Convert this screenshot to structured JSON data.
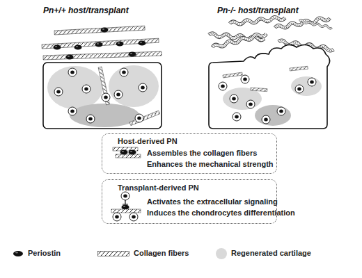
{
  "diagram": {
    "nodes": [
      {
        "text": [
          "Host-derived PN",
          "Assembles the collagen fibers",
          "Enhances the mechanical strength"
        ]
      },
      {
        "text": [
          "Transplant-derived PN",
          "Activates the extracellular signaling",
          "Induces the chondrocytes differentiation"
        ]
      }
    ],
    "labels": [
      "Pn+/+ host/transplant",
      "Pn-/- host/transplant"
    ],
    "legend": [
      {
        "text": "Periostin"
      },
      {
        "text": "Collagen fibers"
      },
      {
        "text": "Regenerated cartilage",
        "color": "#d9d9d9"
      }
    ]
  }
}
